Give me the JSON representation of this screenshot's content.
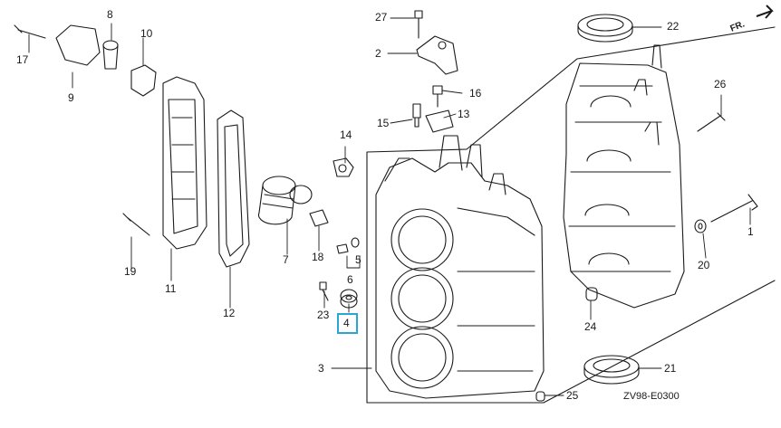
{
  "diagram": {
    "part_labels": [
      "1",
      "2",
      "3",
      "4",
      "5",
      "6",
      "7",
      "8",
      "9",
      "10",
      "11",
      "12",
      "13",
      "14",
      "15",
      "16",
      "17",
      "18",
      "19",
      "20",
      "21",
      "22",
      "23",
      "24",
      "25",
      "26",
      "27"
    ],
    "highlighted_part": "4",
    "highlight_color": "#2aa6d6",
    "diagram_code": "ZV98-E0300",
    "direction_label": "FR."
  }
}
